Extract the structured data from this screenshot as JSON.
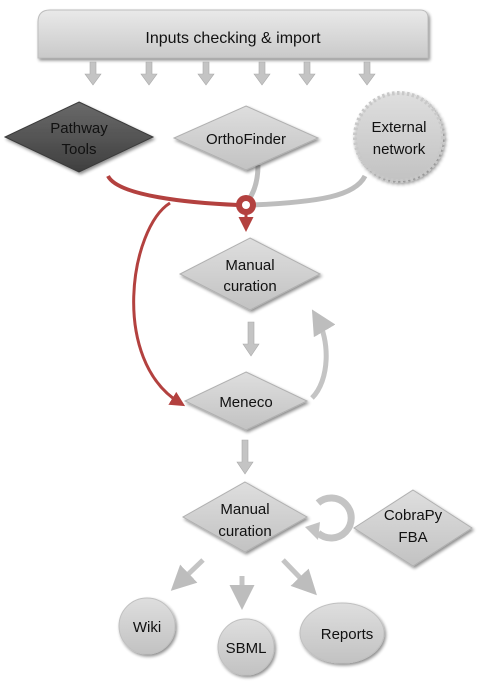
{
  "banner": {
    "label": "Inputs checking & import"
  },
  "nodes": {
    "pathway_tools": [
      "Pathway",
      "Tools"
    ],
    "orthofinder": [
      "OrthoFinder"
    ],
    "external_network": [
      "External",
      "network"
    ],
    "manual_curation_1": [
      "Manual",
      "curation"
    ],
    "meneco": [
      "Meneco"
    ],
    "manual_curation_2": [
      "Manual",
      "curation"
    ],
    "cobrapy_fba": [
      "CobraPy",
      "FBA"
    ],
    "wiki": [
      "Wiki"
    ],
    "sbml": [
      "SBML"
    ],
    "reports": [
      "Reports"
    ]
  },
  "colors": {
    "node_fill": "#cfcfcf",
    "node_dark": "#555555",
    "arrow_gray": "#bdbdbd",
    "accent_red": "#b3413f",
    "text": "#111111",
    "text_light": "#ffffff"
  }
}
